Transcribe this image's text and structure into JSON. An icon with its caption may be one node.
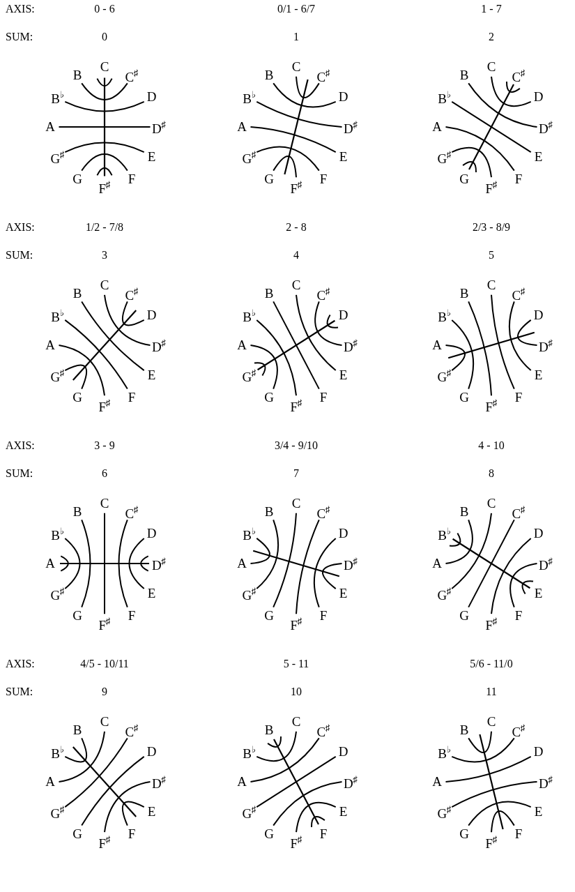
{
  "diagram": {
    "nodes": [
      {
        "text": [
          "C"
        ]
      },
      {
        "text": [
          "C$^{♯}$"
        ]
      },
      {
        "text": [
          "D"
        ]
      },
      {
        "text": [
          "D$^{♯}$"
        ]
      },
      {
        "text": [
          "E"
        ]
      },
      {
        "text": [
          "F"
        ]
      },
      {
        "text": [
          "F$^{♯}$"
        ]
      },
      {
        "text": [
          "G"
        ]
      },
      {
        "text": [
          "G$^{♯}$"
        ]
      },
      {
        "text": [
          "A"
        ]
      },
      {
        "text": [
          "B$^{♭}$"
        ]
      },
      {
        "text": [
          "B"
        ]
      },
      {
        "text": [
          "C"
        ]
      },
      {
        "text": [
          "C$^{♯}$"
        ]
      },
      {
        "text": [
          "D"
        ]
      },
      {
        "text": [
          "D$^{♯}$"
        ]
      },
      {
        "text": [
          "E"
        ]
      },
      {
        "text": [
          "F"
        ]
      },
      {
        "text": [
          "F$^{♯}$"
        ]
      },
      {
        "text": [
          "G"
        ]
      },
      {
        "text": [
          "G$^{♯}$"
        ]
      },
      {
        "text": [
          "A"
        ]
      },
      {
        "text": [
          "B$^{♭}$"
        ]
      },
      {
        "text": [
          "B"
        ]
      },
      {
        "text": [
          "C"
        ]
      },
      {
        "text": [
          "C$^{♯}$"
        ]
      },
      {
        "text": [
          "D"
        ]
      },
      {
        "text": [
          "D$^{♯}$"
        ]
      },
      {
        "text": [
          "E"
        ]
      },
      {
        "text": [
          "F"
        ]
      },
      {
        "text": [
          "F$^{♯}$"
        ]
      },
      {
        "text": [
          "G"
        ]
      },
      {
        "text": [
          "G$^{♯}$"
        ]
      },
      {
        "text": [
          "A"
        ]
      },
      {
        "text": [
          "B$^{♭}$"
        ]
      },
      {
        "text": [
          "B"
        ]
      },
      {
        "text": [
          "C"
        ]
      },
      {
        "text": [
          "C$^{♯}$"
        ]
      },
      {
        "text": [
          "D"
        ]
      },
      {
        "text": [
          "D$^{♯}$"
        ]
      },
      {
        "text": [
          "E"
        ]
      },
      {
        "text": [
          "F"
        ]
      },
      {
        "text": [
          "F$^{♯}$"
        ]
      },
      {
        "text": [
          "G"
        ]
      },
      {
        "text": [
          "G$^{♯}$"
        ]
      },
      {
        "text": [
          "A"
        ]
      },
      {
        "text": [
          "B$^{♭}$"
        ]
      },
      {
        "text": [
          "B"
        ]
      },
      {
        "text": [
          "C"
        ]
      },
      {
        "text": [
          "C$^{♯}$"
        ]
      },
      {
        "text": [
          "D"
        ]
      },
      {
        "text": [
          "D$^{♯}$"
        ]
      },
      {
        "text": [
          "E"
        ]
      },
      {
        "text": [
          "F"
        ]
      },
      {
        "text": [
          "F$^{♯}$"
        ]
      },
      {
        "text": [
          "G"
        ]
      },
      {
        "text": [
          "G$^{♯}$"
        ]
      },
      {
        "text": [
          "A"
        ]
      },
      {
        "text": [
          "B$^{♭}$"
        ]
      },
      {
        "text": [
          "B"
        ]
      },
      {
        "text": [
          "C"
        ]
      },
      {
        "text": [
          "C$^{♯}$"
        ]
      },
      {
        "text": [
          "D"
        ]
      },
      {
        "text": [
          "D$^{♯}$"
        ]
      },
      {
        "text": [
          "E"
        ]
      },
      {
        "text": [
          "F"
        ]
      },
      {
        "text": [
          "F$^{♯}$"
        ]
      },
      {
        "text": [
          "G"
        ]
      },
      {
        "text": [
          "G$^{♯}$"
        ]
      },
      {
        "text": [
          "A"
        ]
      },
      {
        "text": [
          "B$^{♭}$"
        ]
      },
      {
        "text": [
          "B"
        ]
      },
      {
        "text": [
          "C"
        ]
      },
      {
        "text": [
          "C$^{♯}$"
        ]
      },
      {
        "text": [
          "D"
        ]
      },
      {
        "text": [
          "D$^{♯}$"
        ]
      },
      {
        "text": [
          "E"
        ]
      },
      {
        "text": [
          "F"
        ]
      },
      {
        "text": [
          "F$^{♯}$"
        ]
      },
      {
        "text": [
          "G"
        ]
      },
      {
        "text": [
          "G$^{♯}$"
        ]
      },
      {
        "text": [
          "A"
        ]
      },
      {
        "text": [
          "B$^{♭}$"
        ]
      },
      {
        "text": [
          "B"
        ]
      },
      {
        "text": [
          "C"
        ]
      },
      {
        "text": [
          "C$^{♯}$"
        ]
      },
      {
        "text": [
          "D"
        ]
      },
      {
        "text": [
          "D$^{♯}$"
        ]
      },
      {
        "text": [
          "E"
        ]
      },
      {
        "text": [
          "F"
        ]
      },
      {
        "text": [
          "F$^{♯}$"
        ]
      },
      {
        "text": [
          "G"
        ]
      },
      {
        "text": [
          "G$^{♯}$"
        ]
      },
      {
        "text": [
          "A"
        ]
      },
      {
        "text": [
          "B$^{♭}$"
        ]
      },
      {
        "text": [
          "B"
        ]
      },
      {
        "text": [
          "C"
        ]
      },
      {
        "text": [
          "C$^{♯}$"
        ]
      },
      {
        "text": [
          "D"
        ]
      },
      {
        "text": [
          "D$^{♯}$"
        ]
      },
      {
        "text": [
          "E"
        ]
      },
      {
        "text": [
          "F"
        ]
      },
      {
        "text": [
          "F$^{♯}$"
        ]
      },
      {
        "text": [
          "G"
        ]
      },
      {
        "text": [
          "G$^{♯}$"
        ]
      },
      {
        "text": [
          "A"
        ]
      },
      {
        "text": [
          "B$^{♭}$"
        ]
      },
      {
        "text": [
          "B"
        ]
      },
      {
        "text": [
          "C"
        ]
      },
      {
        "text": [
          "C$^{♯}$"
        ]
      },
      {
        "text": [
          "D"
        ]
      },
      {
        "text": [
          "D$^{♯}$"
        ]
      },
      {
        "text": [
          "E"
        ]
      },
      {
        "text": [
          "F"
        ]
      },
      {
        "text": [
          "F$^{♯}$"
        ]
      },
      {
        "text": [
          "G"
        ]
      },
      {
        "text": [
          "G$^{♯}$"
        ]
      },
      {
        "text": [
          "A"
        ]
      },
      {
        "text": [
          "B$^{♭}$"
        ]
      },
      {
        "text": [
          "B"
        ]
      },
      {
        "text": [
          "C"
        ]
      },
      {
        "text": [
          "C$^{♯}$"
        ]
      },
      {
        "text": [
          "D"
        ]
      },
      {
        "text": [
          "D$^{♯}$"
        ]
      },
      {
        "text": [
          "E"
        ]
      },
      {
        "text": [
          "F"
        ]
      },
      {
        "text": [
          "F$^{♯}$"
        ]
      },
      {
        "text": [
          "G"
        ]
      },
      {
        "text": [
          "G$^{♯}$"
        ]
      },
      {
        "text": [
          "A"
        ]
      },
      {
        "text": [
          "B$^{♭}$"
        ]
      },
      {
        "text": [
          "B"
        ]
      },
      {
        "text": [
          "C"
        ]
      },
      {
        "text": [
          "C$^{♯}$"
        ]
      },
      {
        "text": [
          "D"
        ]
      },
      {
        "text": [
          "D$^{♯}$"
        ]
      },
      {
        "text": [
          "E"
        ]
      },
      {
        "text": [
          "F"
        ]
      },
      {
        "text": [
          "F$^{♯}$"
        ]
      },
      {
        "text": [
          "G"
        ]
      },
      {
        "text": [
          "G$^{♯}$"
        ]
      },
      {
        "text": [
          "A"
        ]
      },
      {
        "text": [
          "B$^{♭}$"
        ]
      },
      {
        "text": [
          "B"
        ]
      }
    ],
    "edges": [
      {
        "from": 0,
        "to": 0,
        "arrow": "none"
      },
      {
        "from": 1,
        "to": 11,
        "arrow": "none"
      },
      {
        "from": 2,
        "to": 10,
        "arrow": "none"
      },
      {
        "from": 3,
        "to": 9,
        "arrow": "none"
      },
      {
        "from": 4,
        "to": 8,
        "arrow": "none"
      },
      {
        "from": 5,
        "to": 7,
        "arrow": "none"
      },
      {
        "from": 6,
        "to": 6,
        "arrow": "none"
      },
      {
        "from": 12,
        "to": 13,
        "arrow": "none"
      },
      {
        "from": 14,
        "to": 23,
        "arrow": "none"
      },
      {
        "from": 15,
        "to": 22,
        "arrow": "none"
      },
      {
        "from": 16,
        "to": 21,
        "arrow": "none"
      },
      {
        "from": 17,
        "to": 20,
        "arrow": "none"
      },
      {
        "from": 18,
        "to": 19,
        "arrow": "none"
      },
      {
        "from": 24,
        "to": 26,
        "arrow": "none"
      },
      {
        "from": 25,
        "to": 25,
        "arrow": "none"
      },
      {
        "from": 27,
        "to": 35,
        "arrow": "none"
      },
      {
        "from": 28,
        "to": 34,
        "arrow": "none"
      },
      {
        "from": 29,
        "to": 33,
        "arrow": "none"
      },
      {
        "from": 30,
        "to": 32,
        "arrow": "none"
      },
      {
        "from": 31,
        "to": 31,
        "arrow": "none"
      },
      {
        "from": 36,
        "to": 39,
        "arrow": "none"
      },
      {
        "from": 37,
        "to": 38,
        "arrow": "none"
      },
      {
        "from": 40,
        "to": 47,
        "arrow": "none"
      },
      {
        "from": 41,
        "to": 46,
        "arrow": "none"
      },
      {
        "from": 42,
        "to": 45,
        "arrow": "none"
      },
      {
        "from": 43,
        "to": 44,
        "arrow": "none"
      },
      {
        "from": 48,
        "to": 52,
        "arrow": "none"
      },
      {
        "from": 49,
        "to": 51,
        "arrow": "none"
      },
      {
        "from": 50,
        "to": 50,
        "arrow": "none"
      },
      {
        "from": 53,
        "to": 59,
        "arrow": "none"
      },
      {
        "from": 54,
        "to": 58,
        "arrow": "none"
      },
      {
        "from": 55,
        "to": 57,
        "arrow": "none"
      },
      {
        "from": 56,
        "to": 56,
        "arrow": "none"
      },
      {
        "from": 60,
        "to": 65,
        "arrow": "none"
      },
      {
        "from": 61,
        "to": 64,
        "arrow": "none"
      },
      {
        "from": 62,
        "to": 63,
        "arrow": "none"
      },
      {
        "from": 66,
        "to": 71,
        "arrow": "none"
      },
      {
        "from": 67,
        "to": 70,
        "arrow": "none"
      },
      {
        "from": 68,
        "to": 69,
        "arrow": "none"
      },
      {
        "from": 72,
        "to": 78,
        "arrow": "none"
      },
      {
        "from": 73,
        "to": 77,
        "arrow": "none"
      },
      {
        "from": 74,
        "to": 76,
        "arrow": "none"
      },
      {
        "from": 75,
        "to": 75,
        "arrow": "none"
      },
      {
        "from": 79,
        "to": 83,
        "arrow": "none"
      },
      {
        "from": 80,
        "to": 82,
        "arrow": "none"
      },
      {
        "from": 81,
        "to": 81,
        "arrow": "none"
      },
      {
        "from": 84,
        "to": 91,
        "arrow": "none"
      },
      {
        "from": 85,
        "to": 90,
        "arrow": "none"
      },
      {
        "from": 86,
        "to": 89,
        "arrow": "none"
      },
      {
        "from": 87,
        "to": 88,
        "arrow": "none"
      },
      {
        "from": 92,
        "to": 95,
        "arrow": "none"
      },
      {
        "from": 93,
        "to": 94,
        "arrow": "none"
      },
      {
        "from": 96,
        "to": 104,
        "arrow": "none"
      },
      {
        "from": 97,
        "to": 103,
        "arrow": "none"
      },
      {
        "from": 98,
        "to": 102,
        "arrow": "none"
      },
      {
        "from": 99,
        "to": 101,
        "arrow": "none"
      },
      {
        "from": 100,
        "to": 100,
        "arrow": "none"
      },
      {
        "from": 105,
        "to": 107,
        "arrow": "none"
      },
      {
        "from": 106,
        "to": 106,
        "arrow": "none"
      },
      {
        "from": 108,
        "to": 117,
        "arrow": "none"
      },
      {
        "from": 109,
        "to": 116,
        "arrow": "none"
      },
      {
        "from": 110,
        "to": 115,
        "arrow": "none"
      },
      {
        "from": 111,
        "to": 114,
        "arrow": "none"
      },
      {
        "from": 112,
        "to": 113,
        "arrow": "none"
      },
      {
        "from": 118,
        "to": 119,
        "arrow": "none"
      },
      {
        "from": 120,
        "to": 130,
        "arrow": "none"
      },
      {
        "from": 121,
        "to": 129,
        "arrow": "none"
      },
      {
        "from": 122,
        "to": 128,
        "arrow": "none"
      },
      {
        "from": 123,
        "to": 127,
        "arrow": "none"
      },
      {
        "from": 124,
        "to": 126,
        "arrow": "none"
      },
      {
        "from": 125,
        "to": 125,
        "arrow": "none"
      },
      {
        "from": 131,
        "to": 131,
        "arrow": "none"
      },
      {
        "from": 132,
        "to": 143,
        "arrow": "none"
      },
      {
        "from": 133,
        "to": 142,
        "arrow": "none"
      },
      {
        "from": 134,
        "to": 141,
        "arrow": "none"
      },
      {
        "from": 135,
        "to": 140,
        "arrow": "none"
      },
      {
        "from": 136,
        "to": 139,
        "arrow": "none"
      },
      {
        "from": 137,
        "to": 138,
        "arrow": "none"
      }
    ],
    "labels": [
      "AXIS:",
      "0 - 6",
      "0/1 - 6/7",
      "1 - 7",
      "SUM:",
      "0",
      "1",
      "2",
      "AXIS:",
      "1/2 - 7/8",
      "2 - 8",
      "2/3 - 8/9",
      "SUM:",
      "3",
      "4",
      "5",
      "AXIS:",
      "3 - 9",
      "3/4 - 9/10",
      "4 - 10",
      "SUM:",
      "6",
      "7",
      "8",
      "AXIS:",
      "4/5 - 10/11",
      "5 - 11",
      "5/6 - 11/0",
      "SUM:",
      "9",
      "10",
      "11"
    ]
  }
}
